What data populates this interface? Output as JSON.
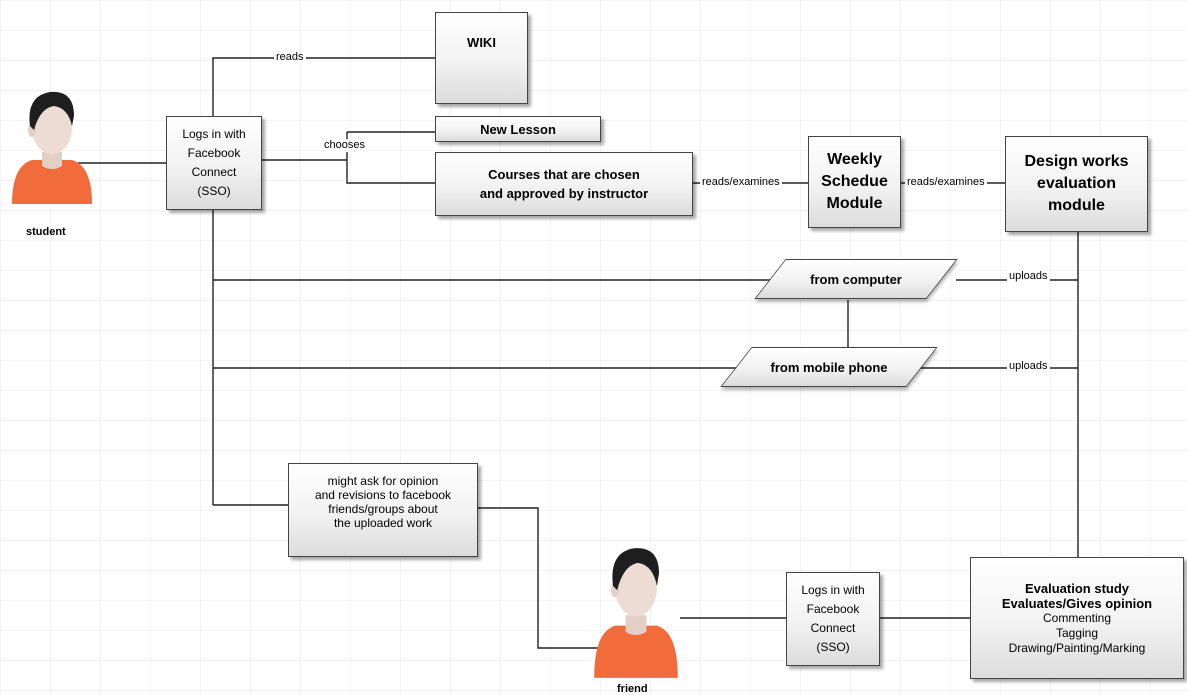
{
  "actors": {
    "student": "student",
    "friend": "friend"
  },
  "boxes": {
    "student_login": [
      "Logs in with",
      "Facebook",
      "Connect",
      "(SSO)"
    ],
    "wiki": "WIKI",
    "new_lesson": "New Lesson",
    "courses": [
      "Courses that are chosen",
      "and approved by instructor"
    ],
    "weekly": [
      "Weekly",
      "Schedue",
      "Module"
    ],
    "design": [
      "Design works",
      "evaluation",
      "module"
    ],
    "ask_opinion": [
      "might ask for opinion",
      "and revisions to facebook",
      "friends/groups about",
      "the uploaded work"
    ],
    "friend_login": [
      "Logs in with",
      "Facebook",
      "Connect",
      "(SSO)"
    ],
    "evaluation": {
      "titles": [
        "Evaluation study",
        "Evaluates/Gives opinion"
      ],
      "items": [
        "Commenting",
        "Tagging",
        "Drawing/Painting/Marking"
      ]
    }
  },
  "parallelograms": {
    "computer": "from computer",
    "mobile": "from mobile phone"
  },
  "edge_labels": {
    "reads": "reads",
    "chooses": "chooses",
    "reads_examines_1": "reads/examines",
    "reads_examines_2": "reads/examines",
    "uploads_1": "uploads",
    "uploads_2": "uploads"
  },
  "colors": {
    "shirt": "#f26b3a",
    "skin": "#ecdcd4",
    "hair": "#1e1e1e",
    "line": "#222222",
    "box_border": "#444444"
  }
}
